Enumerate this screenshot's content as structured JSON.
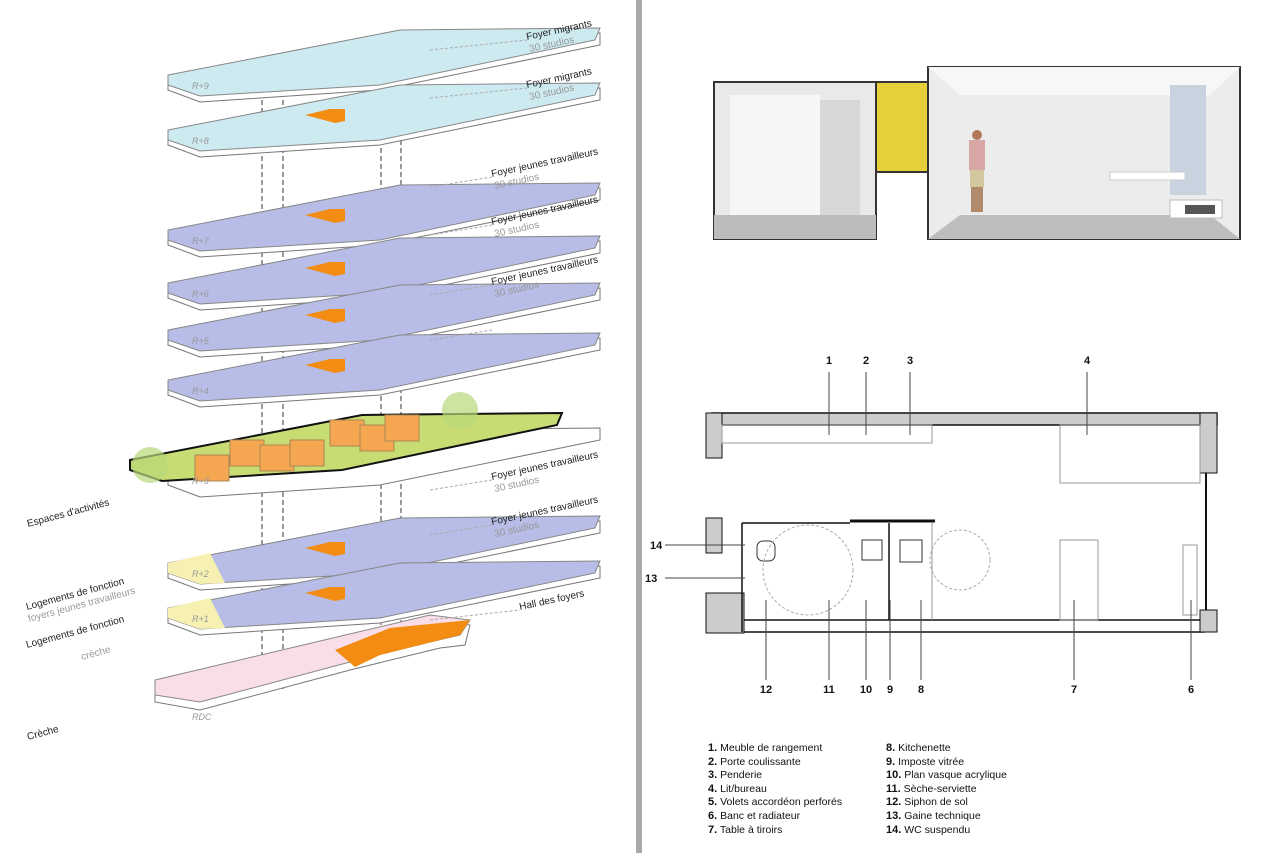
{
  "axonometric": {
    "floors": [
      {
        "level": "R+9",
        "label": "Foyer migrants",
        "sub": "30 studios",
        "fill": "#cdeaf0"
      },
      {
        "level": "R+8",
        "label": "Foyer migrants",
        "sub": "30 studios",
        "fill": "#cdeaf0"
      },
      {
        "level": "R+7",
        "label": "Foyer jeunes travailleurs",
        "sub": "30 studios",
        "fill": "#b7bde6"
      },
      {
        "level": "R+6",
        "label": "Foyer jeunes travailleurs",
        "sub": "30 studios",
        "fill": "#b7bde6"
      },
      {
        "level": "R+5",
        "label": "Foyer jeunes travailleurs",
        "sub": "30 studios",
        "fill": "#b7bde6"
      },
      {
        "level": "R+4",
        "label": "",
        "sub": "",
        "fill": "#b7bde6"
      },
      {
        "level": "R+3",
        "label": "Espaces d'activités",
        "sub": "",
        "fill": "#c8dc74"
      },
      {
        "level": "R+2",
        "label": "Foyer jeunes travailleurs",
        "sub": "30 studios",
        "fill": "#b7bde6"
      },
      {
        "level": "R+1",
        "label": "Foyer jeunes travailleurs",
        "sub": "30 studios",
        "fill": "#b7bde6"
      },
      {
        "level": "RDC",
        "label": "Hall des foyers",
        "sub": "",
        "fill": "#f9dde9"
      }
    ],
    "left_labels": [
      {
        "label": "Logements de fonction",
        "sub": "foyers jeunes travailleurs"
      },
      {
        "label": "Logements de fonction",
        "sub": "crèche"
      },
      {
        "label": "Crèche",
        "sub": ""
      }
    ],
    "accent": "#f28c12"
  },
  "plan": {
    "callouts_top": [
      "1",
      "2",
      "3",
      "4"
    ],
    "callouts_left": [
      "14",
      "13"
    ],
    "callouts_bottom": [
      "12",
      "11",
      "10",
      "9",
      "8",
      "7",
      "6"
    ]
  },
  "legend": [
    {
      "n": "1.",
      "t": "Meuble de rangement"
    },
    {
      "n": "8.",
      "t": "Kitchenette"
    },
    {
      "n": "2.",
      "t": "Porte coulissante"
    },
    {
      "n": "9.",
      "t": "Imposte vitrée"
    },
    {
      "n": "3.",
      "t": "Penderie"
    },
    {
      "n": "10.",
      "t": "Plan vasque acrylique"
    },
    {
      "n": "4.",
      "t": "Lit/bureau"
    },
    {
      "n": "11.",
      "t": "Sèche-serviette"
    },
    {
      "n": "5.",
      "t": "Volets accordéon perforés"
    },
    {
      "n": "12.",
      "t": "Siphon de sol"
    },
    {
      "n": "6.",
      "t": "Banc et radiateur"
    },
    {
      "n": "13.",
      "t": "Gaine technique"
    },
    {
      "n": "7.",
      "t": "Table à tiroirs"
    },
    {
      "n": "14.",
      "t": "WC suspendu"
    }
  ]
}
